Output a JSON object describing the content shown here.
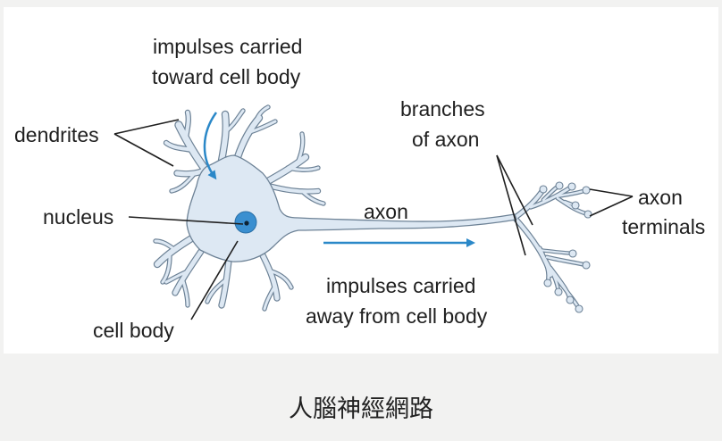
{
  "diagram": {
    "labels": {
      "impulses_in_line1": "impulses carried",
      "impulses_in_line2": "toward cell body",
      "dendrites": "dendrites",
      "nucleus": "nucleus",
      "cell_body": "cell body",
      "axon": "axon",
      "branches_line1": "branches",
      "branches_line2": "of axon",
      "terminals_line1": "axon",
      "terminals_line2": "terminals",
      "impulses_out_line1": "impulses carried",
      "impulses_out_line2": "away from cell body"
    },
    "colors": {
      "cytoplasm": "#dde8f3",
      "membrane": "#6d8296",
      "nucleus": "#3a8fd0",
      "arrow": "#2b88c8"
    }
  },
  "caption": "人腦神經網路"
}
